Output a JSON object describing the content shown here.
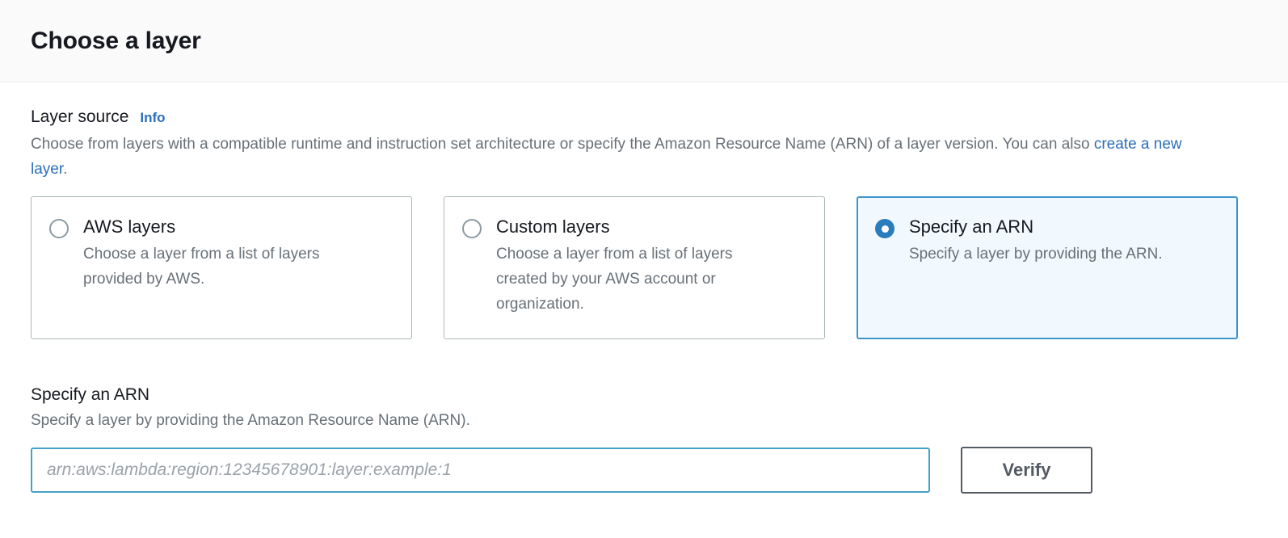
{
  "header": {
    "title": "Choose a layer"
  },
  "layer_source": {
    "label": "Layer source",
    "info_link": "Info",
    "description_part1": "Choose from layers with a compatible runtime and instruction set architecture or specify the Amazon Resource Name (ARN) of a layer version. You can also ",
    "description_link": "create a new layer",
    "description_part2": ".",
    "options": [
      {
        "title": "AWS layers",
        "description": "Choose a layer from a list of layers provided by AWS.",
        "selected": false
      },
      {
        "title": "Custom layers",
        "description": "Choose a layer from a list of layers created by your AWS account or organization.",
        "selected": false
      },
      {
        "title": "Specify an ARN",
        "description": "Specify a layer by providing the ARN.",
        "selected": true
      }
    ]
  },
  "arn_section": {
    "heading": "Specify an ARN",
    "description": "Specify a layer by providing the Amazon Resource Name (ARN).",
    "input_placeholder": "arn:aws:lambda:region:12345678901:layer:example:1",
    "input_value": "",
    "verify_label": "Verify"
  },
  "colors": {
    "accent_blue": "#2a6ebb",
    "selected_border": "#3d95cc",
    "selected_background": "#f1f8fe",
    "input_focus_border": "#44a1c8",
    "button_border": "#545b64",
    "text_primary": "#16191f",
    "text_secondary": "#687078",
    "header_background": "#fafafa"
  }
}
